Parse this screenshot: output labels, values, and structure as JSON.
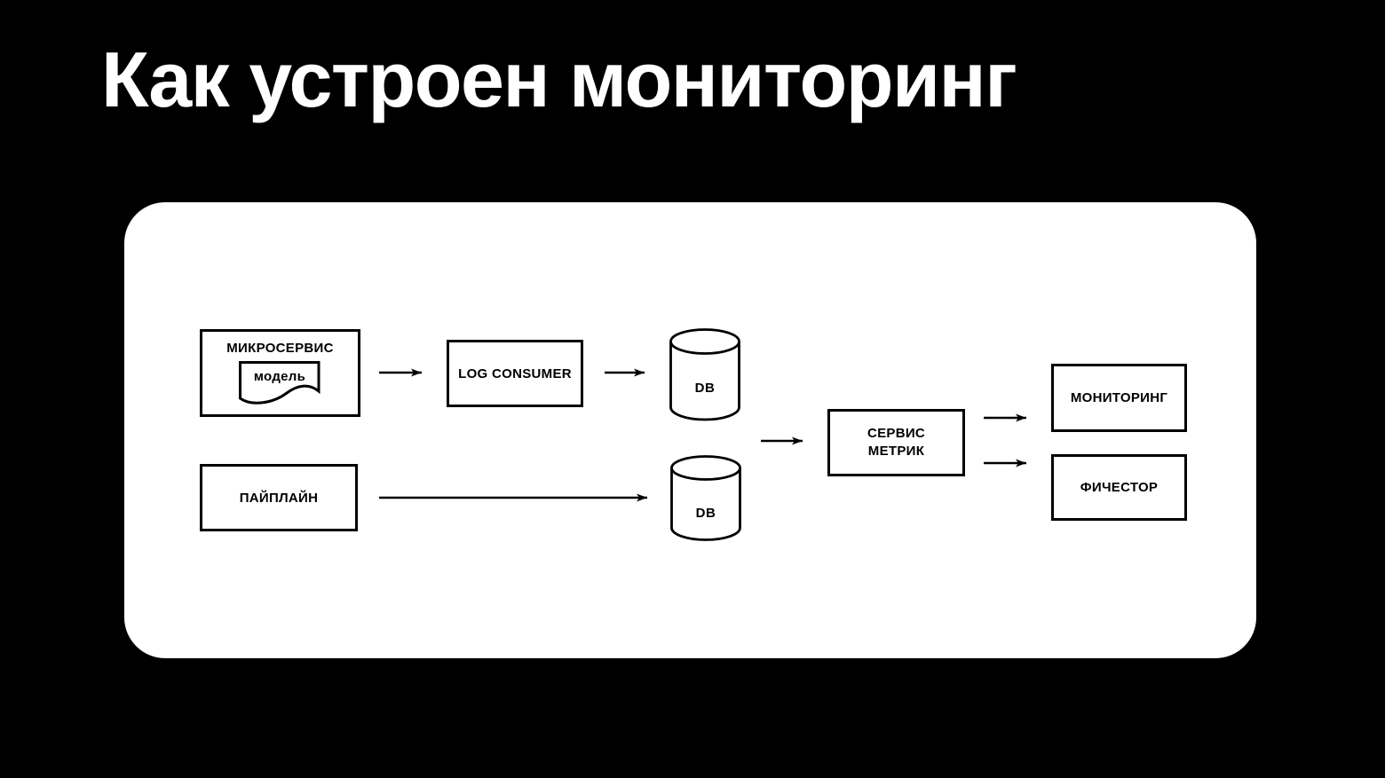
{
  "slide": {
    "title": "Как устроен мониторинг",
    "background_color": "#000000",
    "card_color": "#ffffff",
    "stroke_color": "#000000",
    "text_color": "#000000",
    "title_color": "#ffffff"
  },
  "diagram": {
    "type": "flowchart",
    "nodes": [
      {
        "id": "microservice",
        "label": "МИКРОСЕРВИС",
        "sublabel": "модель",
        "shape": "rectangle-with-document"
      },
      {
        "id": "log-consumer",
        "label": "LOG CONSUMER",
        "shape": "rectangle"
      },
      {
        "id": "db-logs",
        "label": "DB",
        "shape": "cylinder"
      },
      {
        "id": "pipeline",
        "label": "ПАЙПЛАЙН",
        "shape": "rectangle"
      },
      {
        "id": "db-pipeline",
        "label": "DB",
        "shape": "cylinder"
      },
      {
        "id": "metrics-service",
        "label": "СЕРВИС МЕТРИК",
        "lines": [
          "СЕРВИС",
          "МЕТРИК"
        ],
        "shape": "rectangle"
      },
      {
        "id": "monitoring",
        "label": "МОНИТОРИНГ",
        "shape": "rectangle"
      },
      {
        "id": "featurestore",
        "label": "ФИЧЕСТОР",
        "shape": "rectangle"
      }
    ],
    "edges": [
      {
        "from": "microservice",
        "to": "log-consumer"
      },
      {
        "from": "log-consumer",
        "to": "db-logs"
      },
      {
        "from": "pipeline",
        "to": "db-pipeline"
      },
      {
        "from": "databases",
        "to": "metrics-service"
      },
      {
        "from": "metrics-service",
        "to": "monitoring"
      },
      {
        "from": "metrics-service",
        "to": "featurestore"
      }
    ]
  }
}
